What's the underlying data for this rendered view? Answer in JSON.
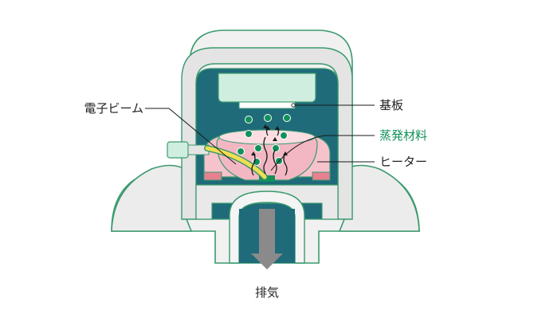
{
  "labels": {
    "electron_beam": "電子ビーム",
    "substrate": "基板",
    "evaporation_material": "蒸発材料",
    "heater": "ヒーター",
    "exhaust": "排気"
  },
  "colors": {
    "outline": "#3a9a6e",
    "chamber_fill": "#f1f1f1",
    "chamber_inner": "#e9e9e9",
    "dark_teal": "#1f6b7a",
    "substrate_fill": "#cfeee0",
    "particle": "#11915a",
    "crucible_pink": "#f6c3cd",
    "heater_pink": "#e7808f",
    "beam_yellow": "#f1de52",
    "arrow_gray": "#8a8a8a",
    "highlight_label": "#11915a",
    "label_text": "#222222"
  }
}
